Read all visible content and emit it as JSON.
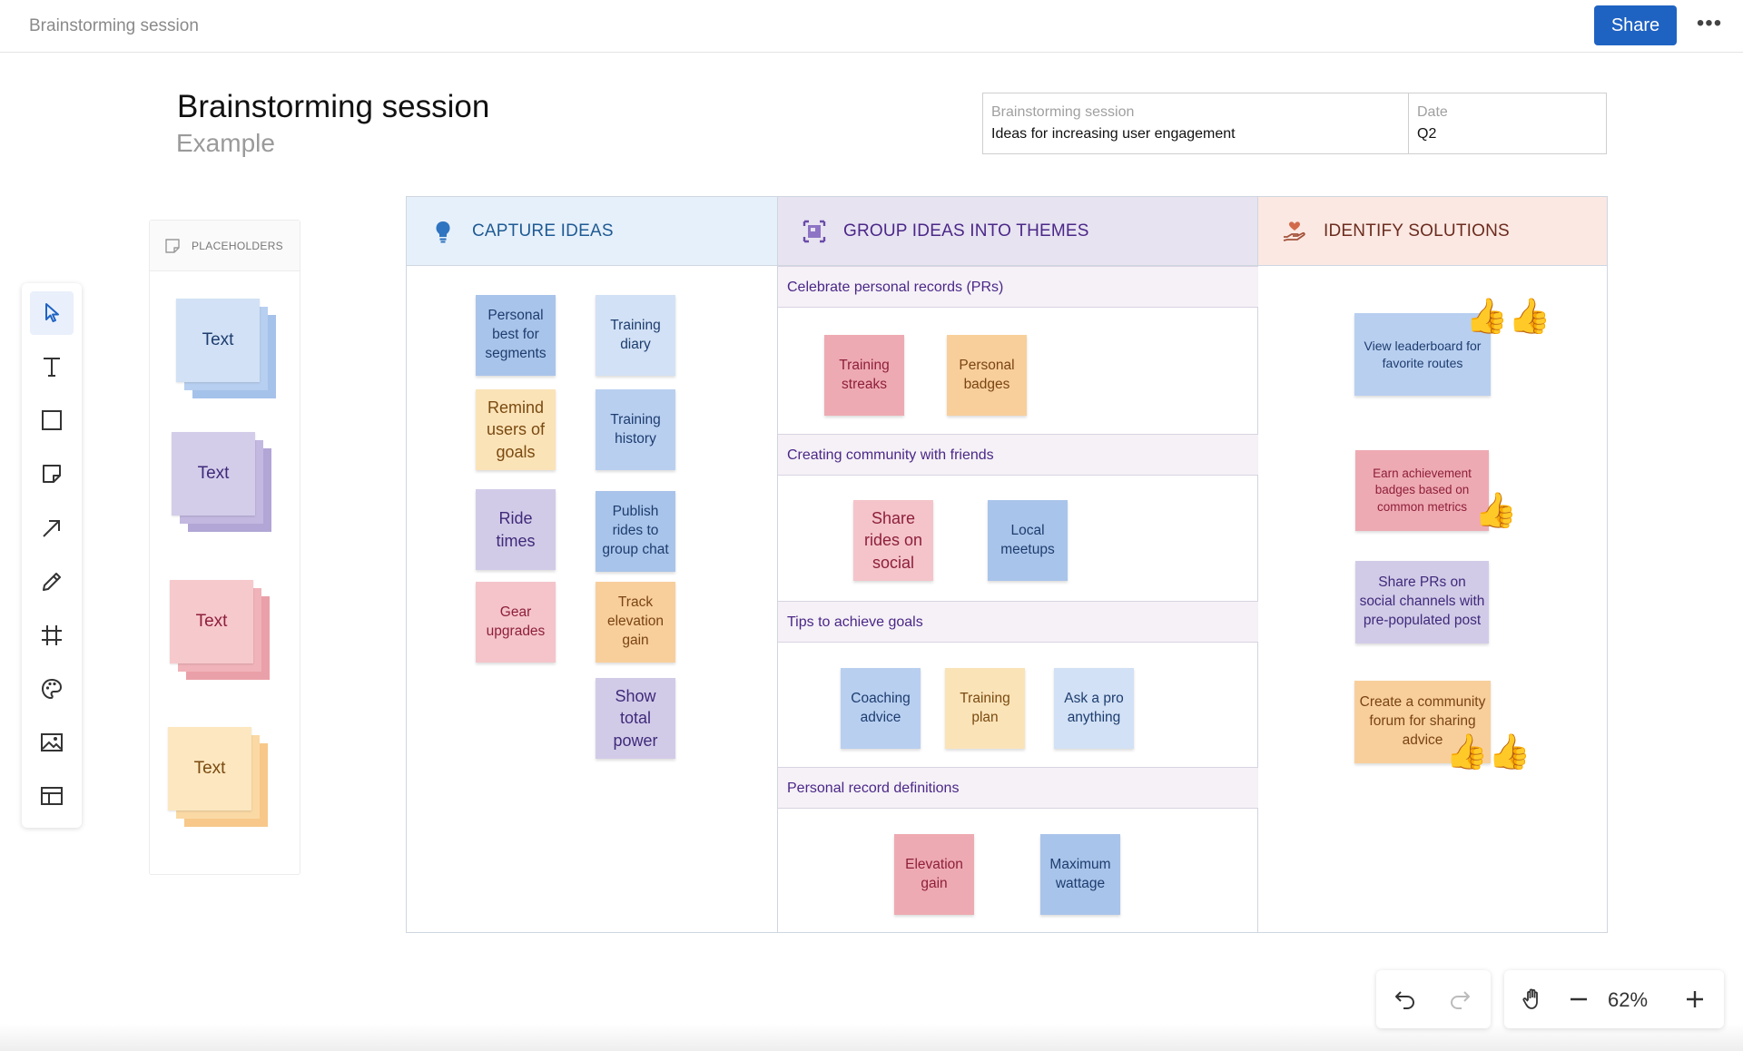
{
  "topbar": {
    "breadcrumb": "Brainstorming session",
    "share_label": "Share",
    "more_label": "•••"
  },
  "header": {
    "title": "Brainstorming session",
    "subtitle": "Example"
  },
  "info_table": {
    "topic_label": "Brainstorming session",
    "topic_value": "Ideas for increasing user engagement",
    "date_label": "Date",
    "date_value": "Q2"
  },
  "toolbar": {
    "tools": [
      "select-icon",
      "text-icon",
      "rectangle-icon",
      "sticky-note-icon",
      "arrow-icon",
      "pen-icon",
      "frame-icon",
      "palette-icon",
      "image-icon",
      "template-icon"
    ]
  },
  "placeholders": {
    "header_label": "PLACEHOLDERS",
    "stacks": [
      {
        "label": "Text",
        "colors": [
          "#d2e1f5",
          "#b7cff0",
          "#a5c2ea"
        ]
      },
      {
        "label": "Text",
        "colors": [
          "#d4cdea",
          "#c2b8e0",
          "#b1a6d6"
        ]
      },
      {
        "label": "Text",
        "colors": [
          "#f6c9cd",
          "#f0b3b9",
          "#eaa0a8"
        ]
      },
      {
        "label": "Text",
        "colors": [
          "#fce7c0",
          "#fad9a5",
          "#f7c88a"
        ]
      }
    ]
  },
  "columns": {
    "capture": {
      "title": "CAPTURE IDEAS"
    },
    "group": {
      "title": "GROUP IDEAS INTO THEMES"
    },
    "solutions": {
      "title": "IDENTIFY SOLUTIONS"
    }
  },
  "capture_notes": [
    "Personal best for segments",
    "Training diary",
    "Remind users of goals",
    "Training history",
    "Ride times",
    "Publish rides to group chat",
    "Gear upgrades",
    "Track elevation gain",
    "Show total power"
  ],
  "themes": [
    {
      "title": "Celebrate personal records (PRs)",
      "notes": [
        "Training streaks",
        "Personal badges"
      ]
    },
    {
      "title": "Creating community with friends",
      "notes": [
        "Share rides on social",
        "Local meetups"
      ]
    },
    {
      "title": "Tips to achieve goals",
      "notes": [
        "Coaching advice",
        "Training plan",
        "Ask a pro anything"
      ]
    },
    {
      "title": "Personal record definitions",
      "notes": [
        "Elevation gain",
        "Maximum wattage"
      ]
    }
  ],
  "solutions": [
    {
      "text": "View leaderboard for favorite routes",
      "reaction": "👍👍"
    },
    {
      "text": "Earn achievement badges based on common metrics",
      "reaction": "👍"
    },
    {
      "text": "Share PRs on social channels with pre-populated post",
      "reaction": ""
    },
    {
      "text": "Create a community forum for sharing advice",
      "reaction": "👍👍"
    }
  ],
  "controls": {
    "zoom": "62%"
  },
  "colors": {
    "accent": "#1f63c2",
    "capture_header": "#e6f0fa",
    "group_header": "#e7e3f1",
    "solutions_header": "#fbe8e2"
  }
}
